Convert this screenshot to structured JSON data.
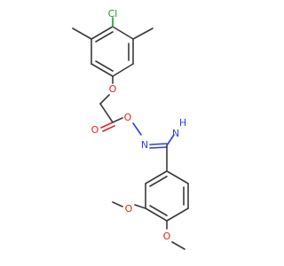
{
  "diagram": {
    "type": "chemical-structure",
    "atom_labels": {
      "chlorine": "Cl",
      "ether_oxygen": "O",
      "carbonyl_oxygen": "O",
      "ester_oxygen": "O",
      "oxime_nitrogen": "N",
      "amidine_nh": "H",
      "amidine_n": "N",
      "methoxy_oxygen_1": "O",
      "methoxy_oxygen_2": "O"
    },
    "colors": {
      "carbon_bond": "#3a3a3a",
      "oxygen": "#e0241b",
      "nitrogen": "#2f3fe0",
      "chlorine": "#1f9a1f"
    }
  }
}
